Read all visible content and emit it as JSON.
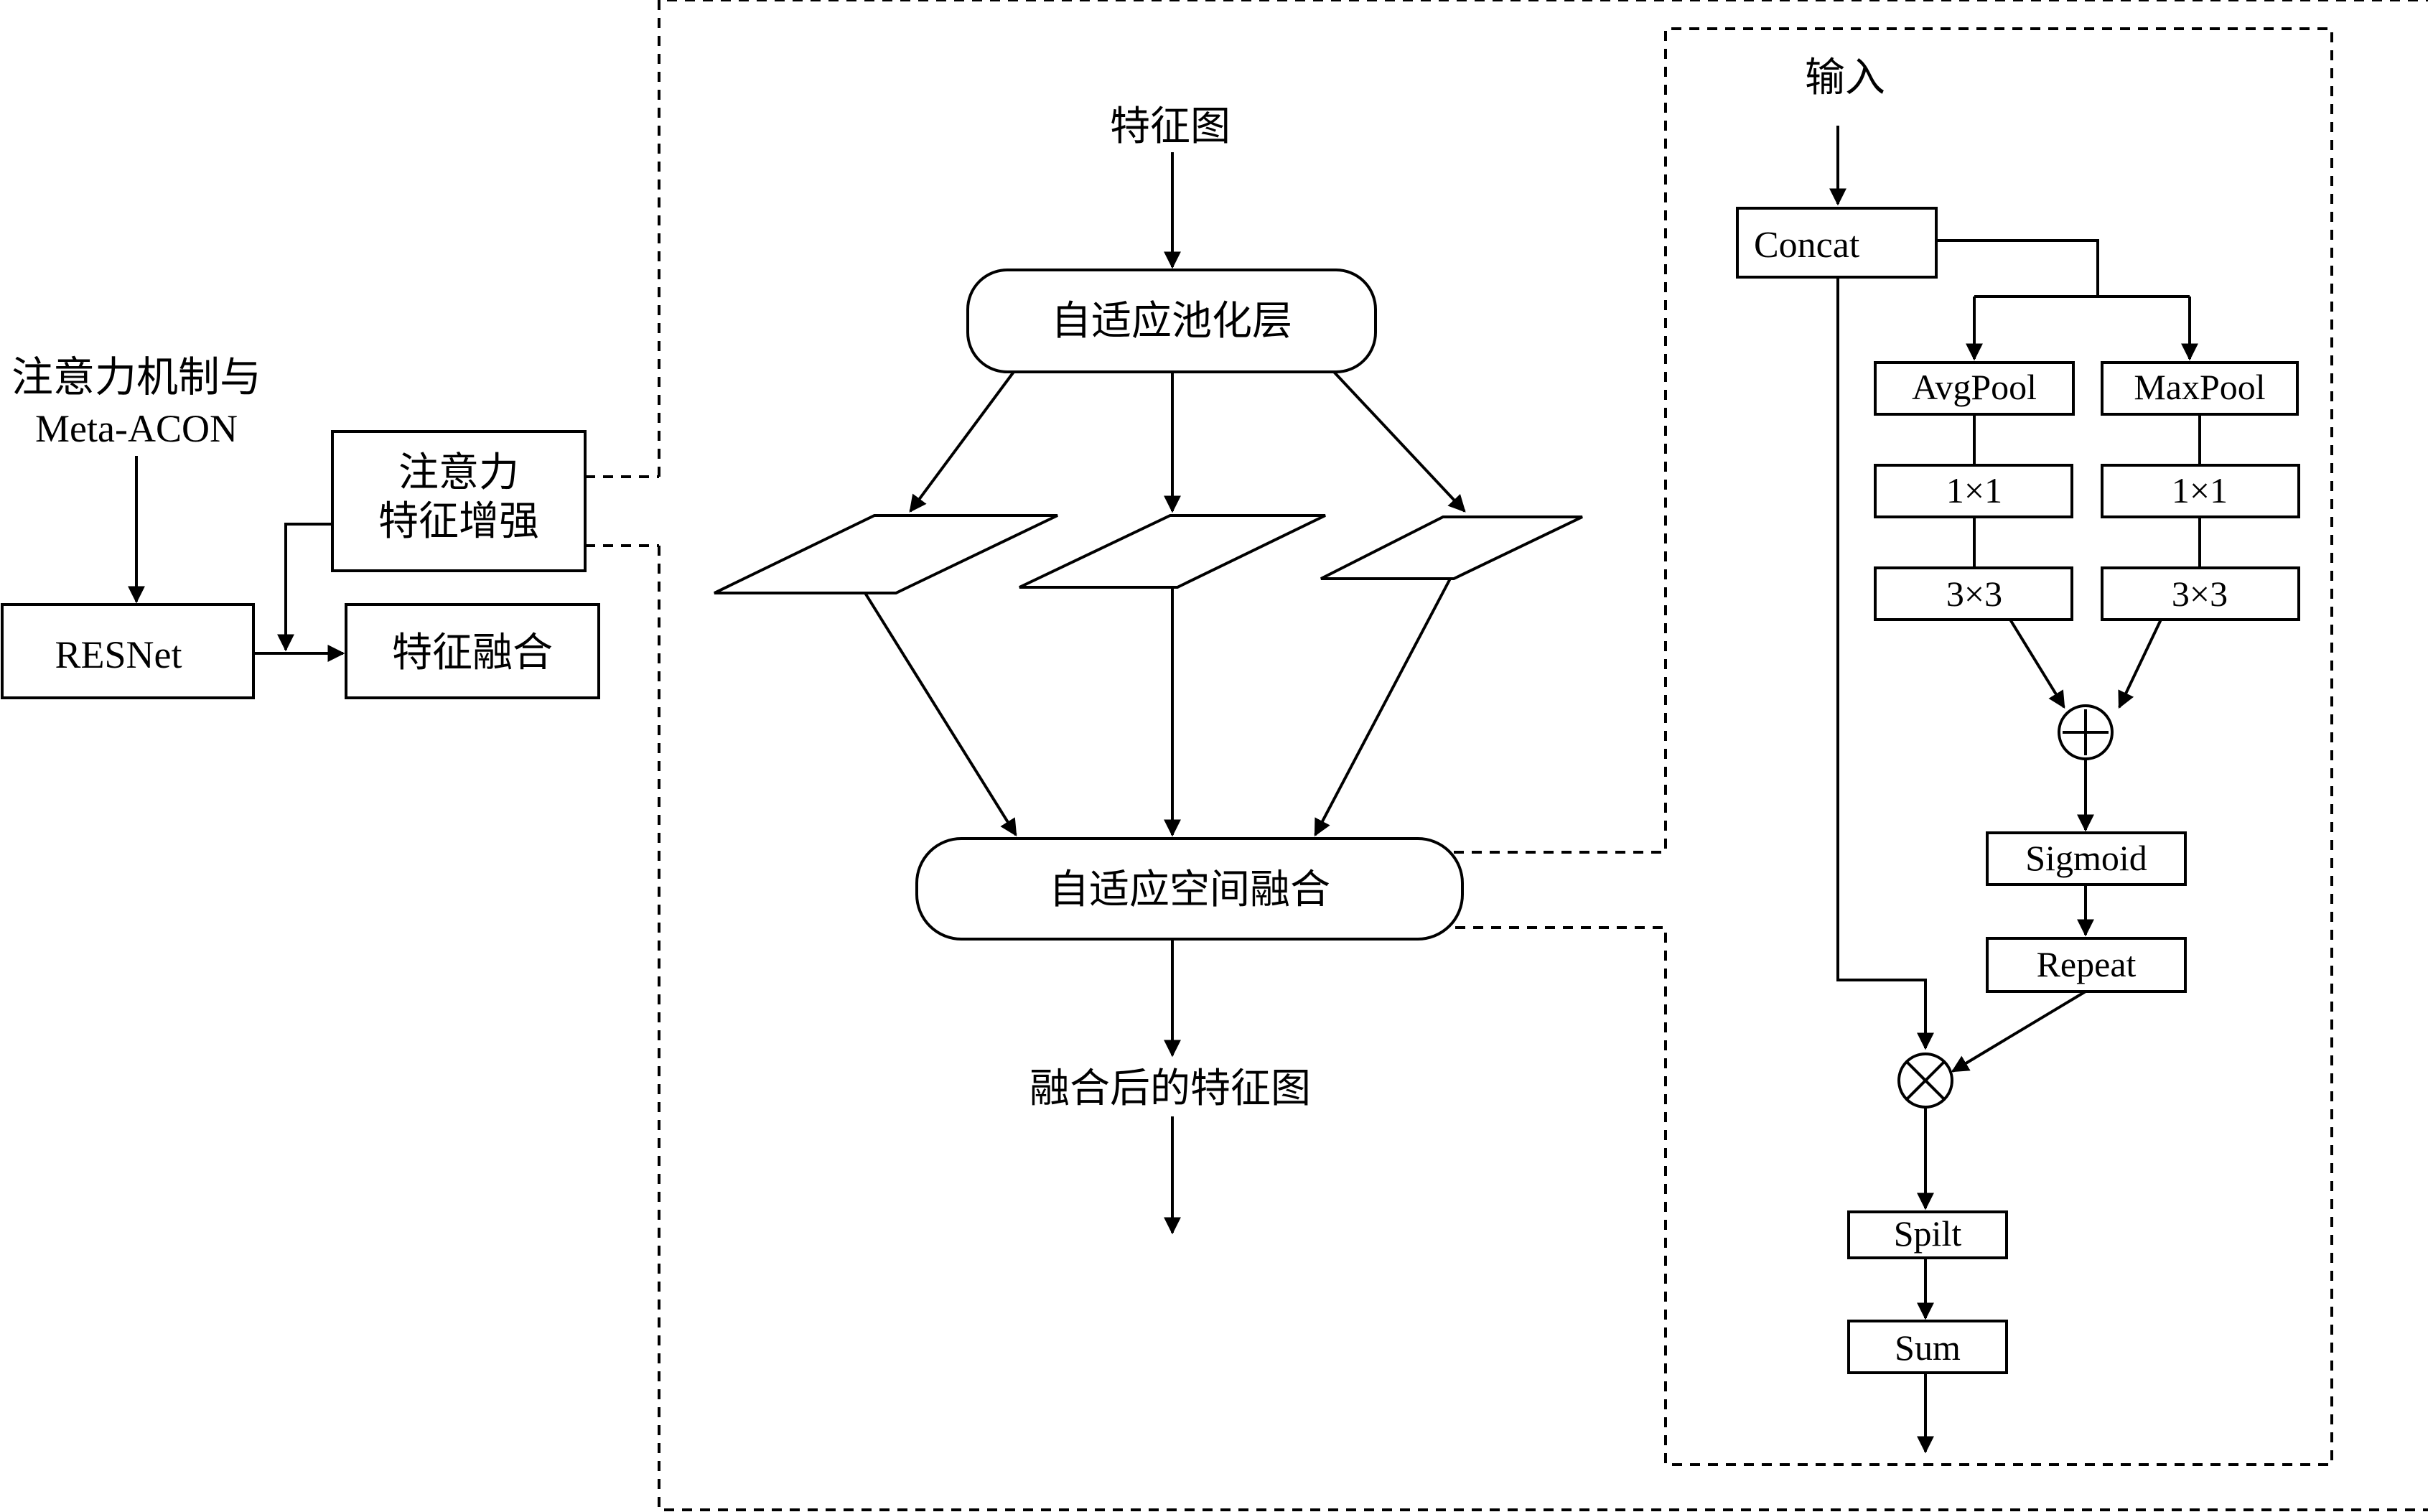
{
  "left": {
    "top_label_line1": "注意力机制与",
    "top_label_line2": "Meta-ACON",
    "attention_line1": "注意力",
    "attention_line2": "特征增强",
    "resnet": "RESNet",
    "fusion": "特征融合"
  },
  "middle": {
    "input": "特征图",
    "pooling": "自适应池化层",
    "spatial_fusion": "自适应空间融合",
    "output": "融合后的特征图"
  },
  "right": {
    "input": "输入",
    "concat": "Concat",
    "avgpool": "AvgPool",
    "maxpool": "MaxPool",
    "conv1_left": "1×1",
    "conv1_right": "1×1",
    "conv3_left": "3×3",
    "conv3_right": "3×3",
    "sigmoid": "Sigmoid",
    "repeat": "Repeat",
    "split": "Spilt",
    "sum": "Sum"
  }
}
